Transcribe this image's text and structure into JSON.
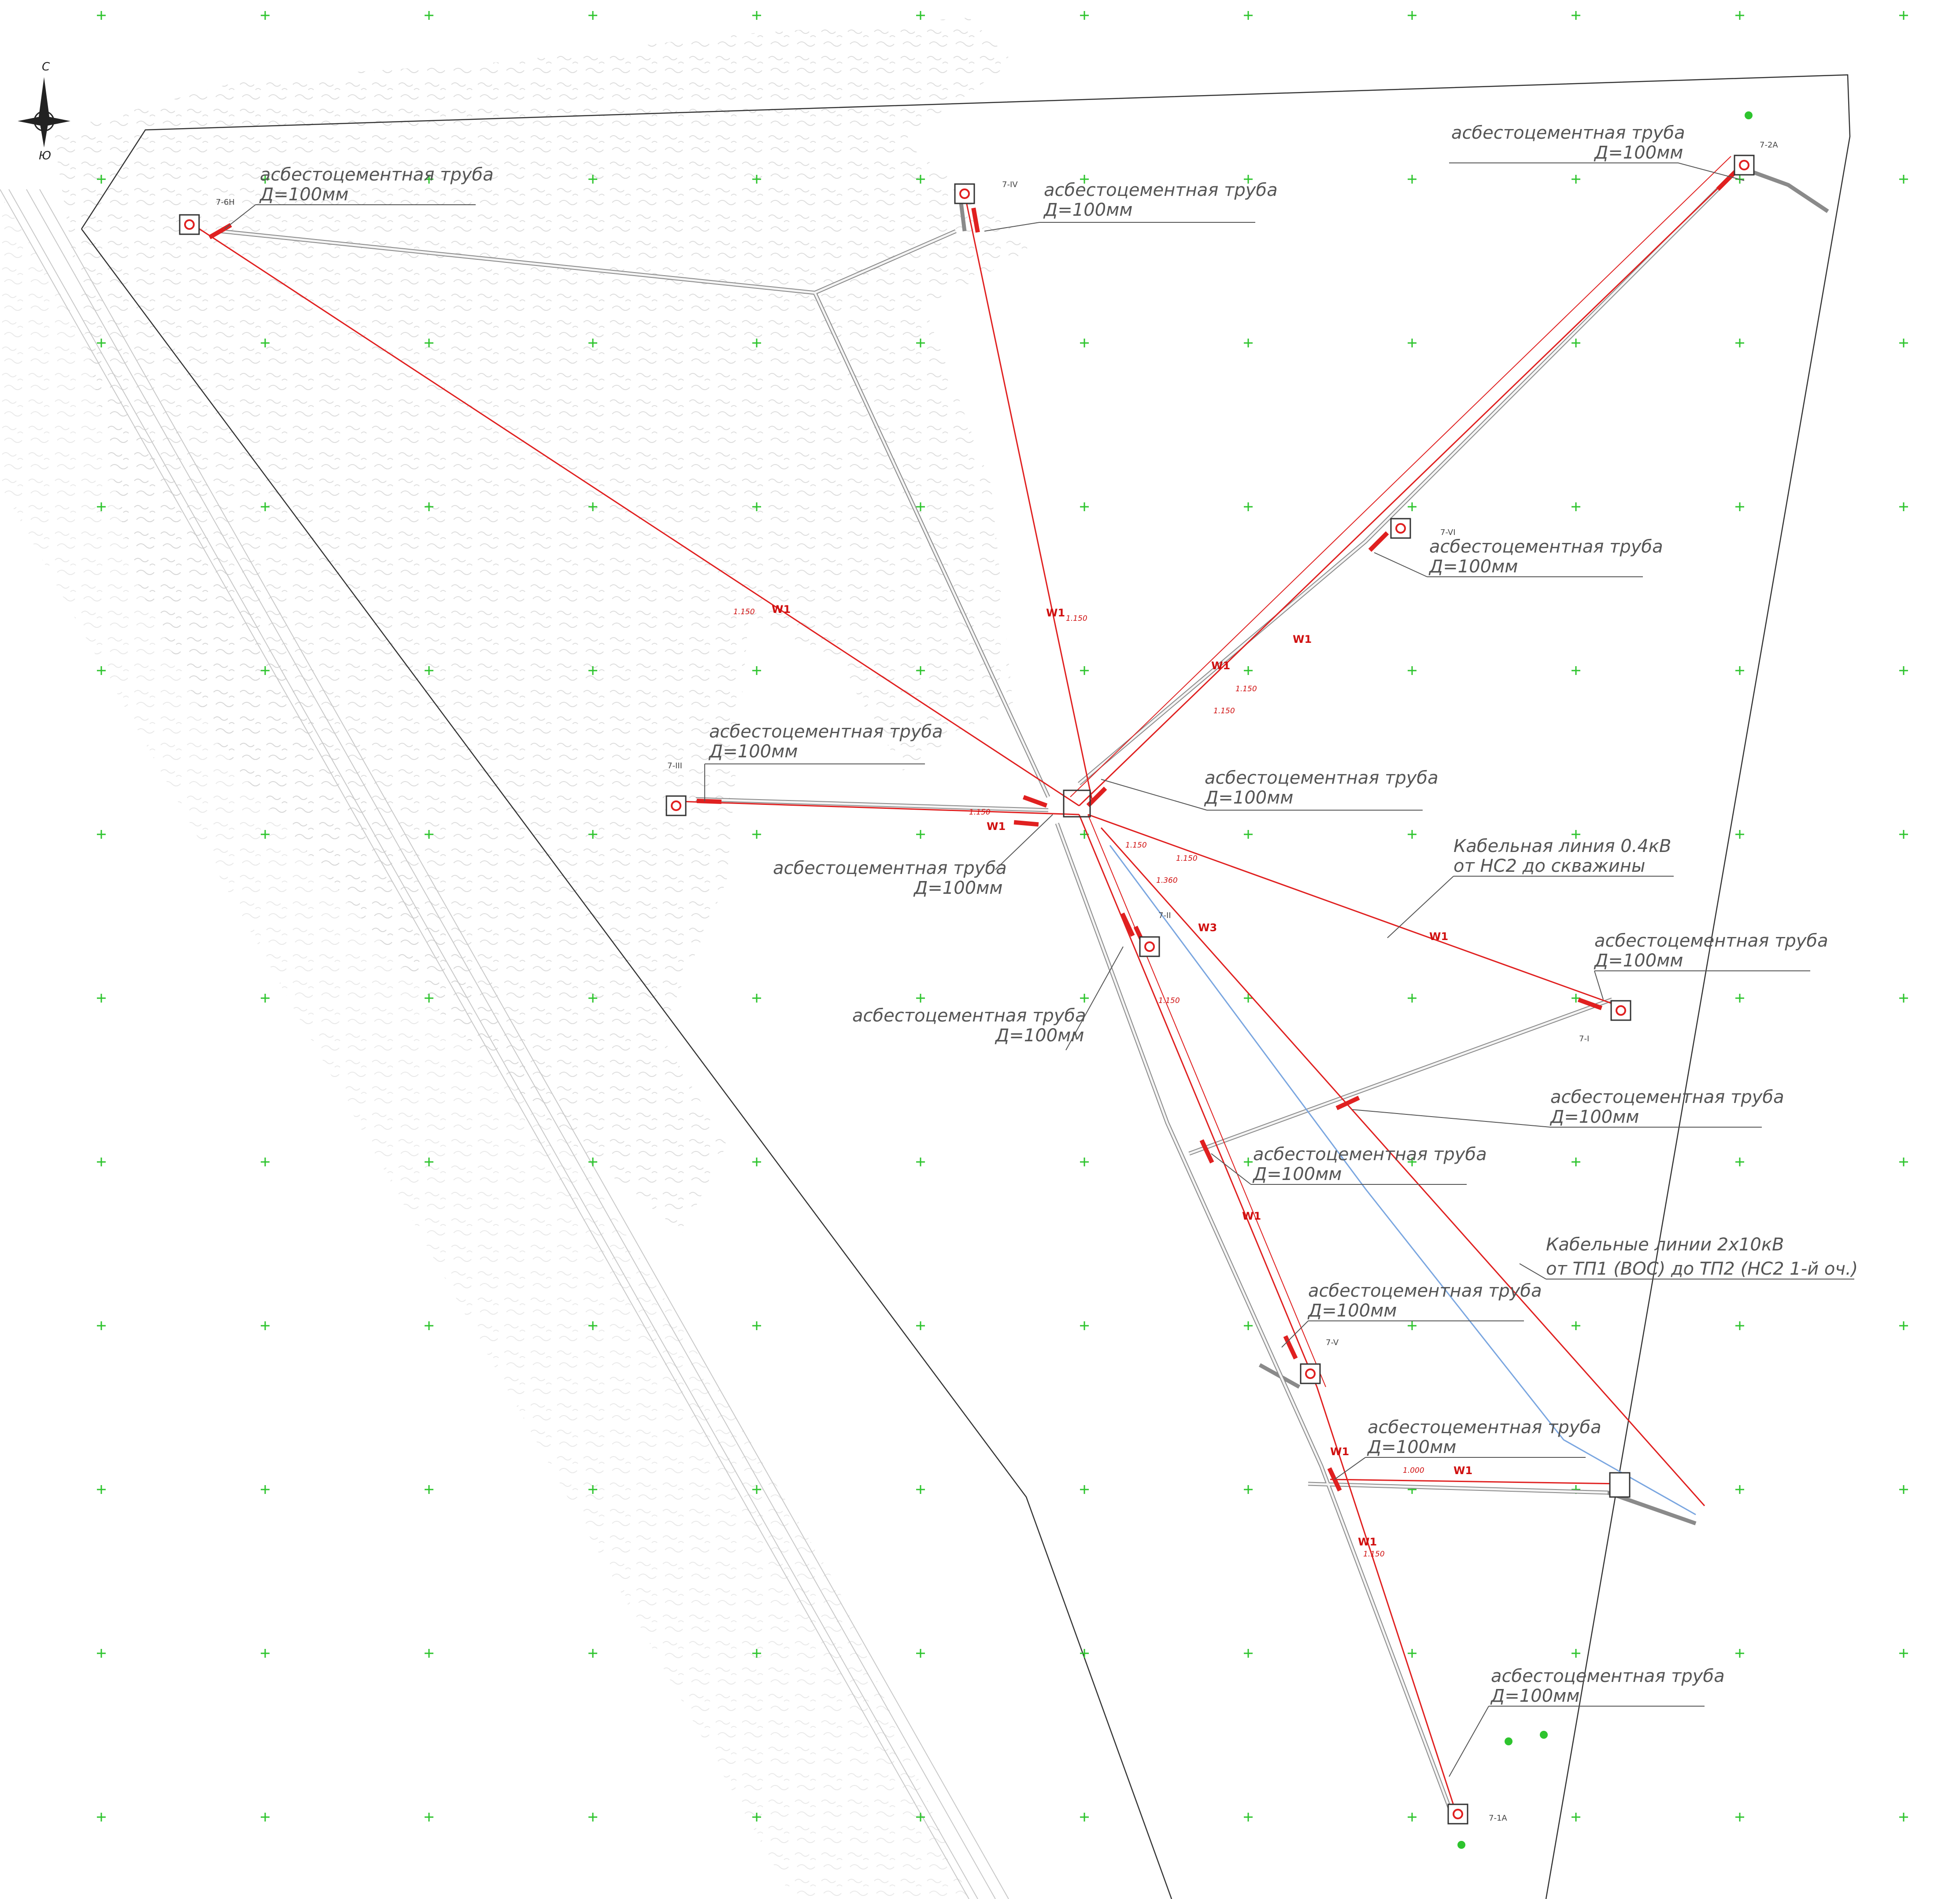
{
  "compass": {
    "north": "С",
    "south": "Ю"
  },
  "line_codes": {
    "w1": "W1",
    "w3": "W3"
  },
  "depths": {
    "d1150": "1.150",
    "d1360": "1.360",
    "d1000": "1.000"
  },
  "pipe_labels": {
    "line1": "асбестоцементная труба",
    "line2": "Д=100мм"
  },
  "cable_labels": {
    "c04_line1": "Кабельная линия 0.4кВ",
    "c04_line2": "от НС2 до скважины",
    "c10_line1": "Кабельные линии 2х10кВ",
    "c10_line2": "от ТП1 (ВОС) до ТП2 (НС2 1-й оч.)"
  },
  "wells": {
    "w76n": "7-6Н",
    "w7iv": "7-IV",
    "w72a": "7-2А",
    "w7vi": "7-VI",
    "w7iii": "7-III",
    "w7ii": "7-II",
    "w7i": "7-I",
    "w7v": "7-V",
    "w71a": "7-1А"
  },
  "colors": {
    "water_line": "#e02020",
    "road": "#8a8a8a",
    "grid_marks": "#2ec42e",
    "cable_10kv": "#7aa6e0"
  }
}
